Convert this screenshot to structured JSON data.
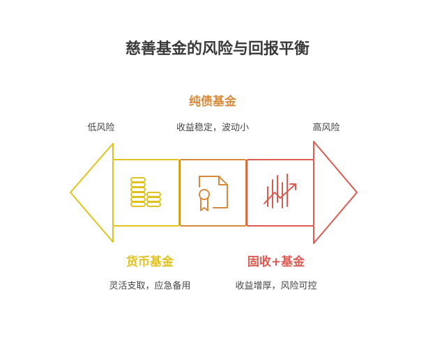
{
  "title": "慈善基金的风险与回报平衡",
  "scale": {
    "low_label": "低风险",
    "high_label": "高风险"
  },
  "funds": [
    {
      "name": "货币基金",
      "description": "灵活支取，应急备用",
      "color": "#e1c21c",
      "icon": "coins-icon"
    },
    {
      "name": "纯债基金",
      "description": "收益稳定，波动小",
      "color": "#d9893a",
      "icon": "certificate-document-icon"
    },
    {
      "name": "固收+基金",
      "description": "收益增厚，风险可控",
      "color": "#dd5a50",
      "icon": "rising-chart-icon"
    }
  ]
}
